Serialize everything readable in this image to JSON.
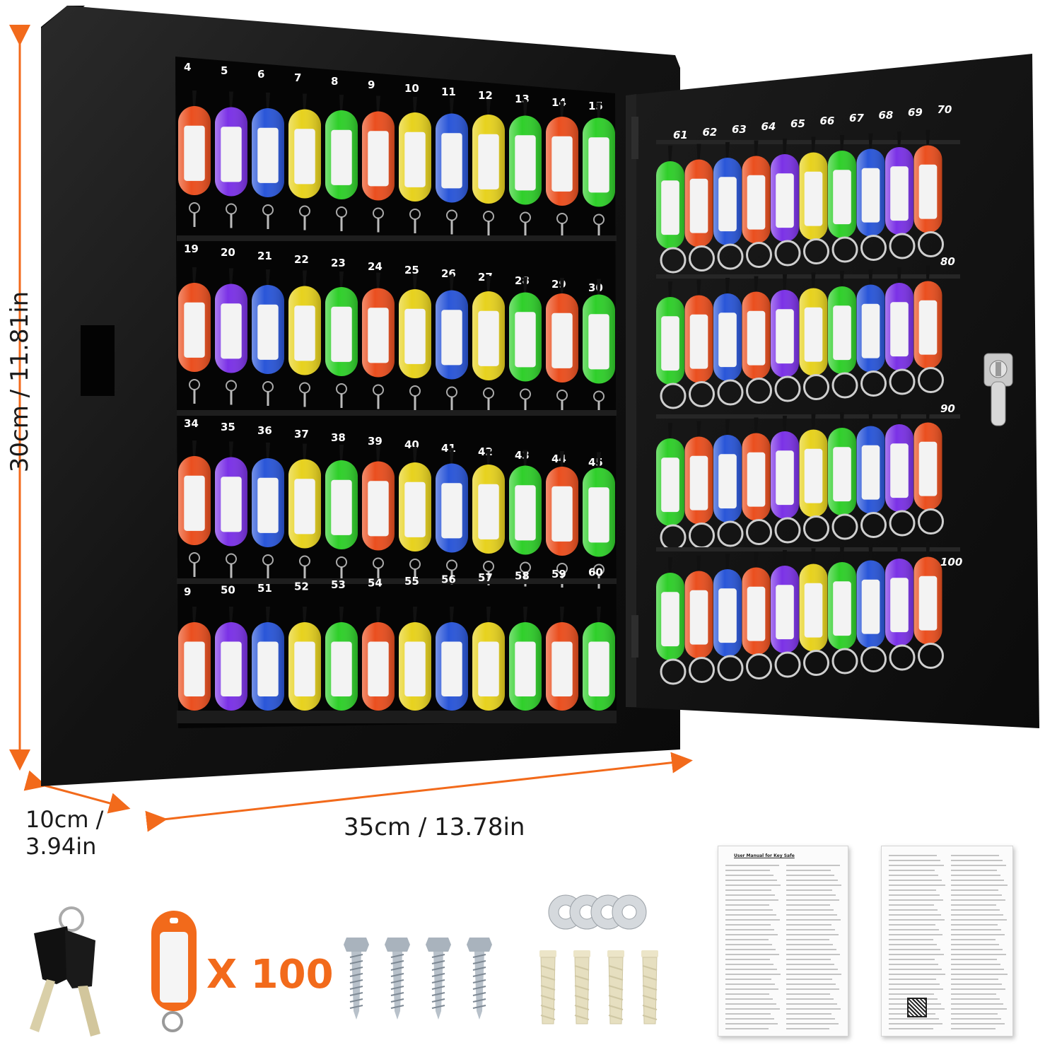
{
  "colors": {
    "accent": "#f26a1b",
    "cabinet": "#141414",
    "tag_palette": {
      "orange": "#ea4f1f",
      "purple": "#7b32e6",
      "blue": "#2a56d8",
      "yellow": "#e7d21e",
      "green": "#2fcf2a"
    }
  },
  "dimensions": {
    "height": "30cm / 11.81in",
    "depth_line1": "10cm /",
    "depth_line2": "3.94in",
    "width": "35cm / 13.78in"
  },
  "cabinet": {
    "rows": [
      {
        "numbers": [
          "4",
          "5",
          "6",
          "7",
          "8",
          "9",
          "10",
          "11",
          "12",
          "13",
          "14",
          "15"
        ]
      },
      {
        "numbers": [
          "19",
          "20",
          "21",
          "22",
          "23",
          "24",
          "25",
          "26",
          "27",
          "28",
          "29",
          "30"
        ]
      },
      {
        "numbers": [
          "34",
          "35",
          "36",
          "37",
          "38",
          "39",
          "40",
          "41",
          "42",
          "43",
          "44",
          "45"
        ]
      },
      {
        "numbers": [
          "9",
          "50",
          "51",
          "52",
          "53",
          "54",
          "55",
          "56",
          "57",
          "58",
          "59",
          "60"
        ]
      }
    ],
    "tag_colors": [
      "orange",
      "purple",
      "blue",
      "yellow",
      "green",
      "orange",
      "yellow",
      "blue",
      "yellow",
      "green",
      "orange",
      "green"
    ]
  },
  "door": {
    "top_numbers": [
      "61",
      "62",
      "63",
      "64",
      "65",
      "66",
      "67",
      "68",
      "69",
      "70"
    ],
    "row_end_numbers": [
      "80",
      "90",
      "100"
    ],
    "tag_colors": [
      "green",
      "orange",
      "blue",
      "orange",
      "purple",
      "yellow",
      "green",
      "blue",
      "purple",
      "orange"
    ]
  },
  "accessories": {
    "tag_quantity": "X 100",
    "screw_count": 4,
    "washer_count": 4,
    "anchor_count": 4,
    "key_count": 2
  },
  "manual": {
    "title": "User Manual for Key Safe"
  }
}
